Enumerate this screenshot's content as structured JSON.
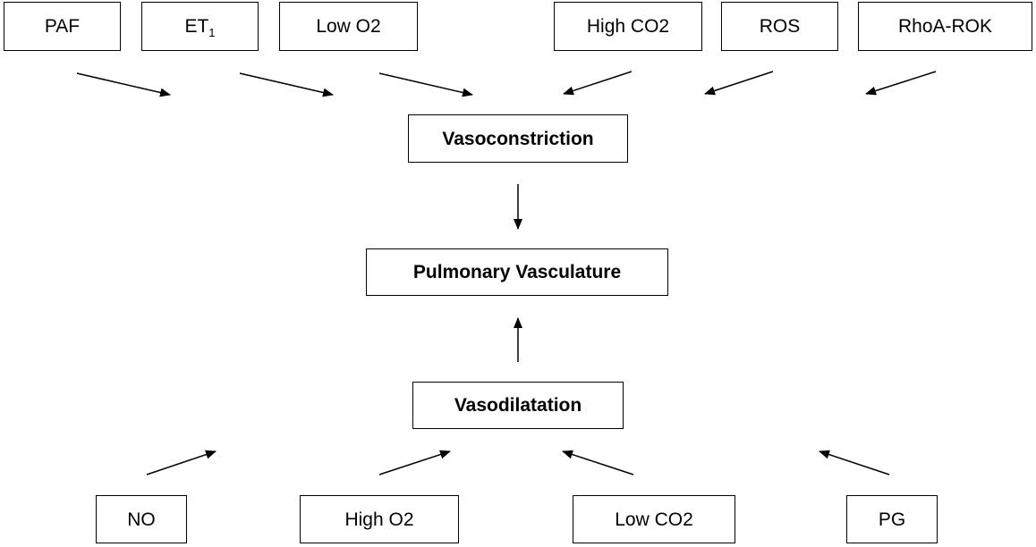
{
  "diagram": {
    "inputs_top": [
      {
        "id": "paf",
        "label": "PAF"
      },
      {
        "id": "et1",
        "label": "ET",
        "subscript": "1"
      },
      {
        "id": "low-o2",
        "label": "Low O2"
      },
      {
        "id": "high-co2",
        "label": "High CO2"
      },
      {
        "id": "ros",
        "label": "ROS"
      },
      {
        "id": "rhoa-rok",
        "label": "RhoA-ROK"
      }
    ],
    "center": {
      "vasoconstriction": "Vasoconstriction",
      "pulmonary_vasculature": "Pulmonary Vasculature",
      "vasodilatation": "Vasodilatation"
    },
    "inputs_bottom": [
      {
        "id": "no",
        "label": "NO"
      },
      {
        "id": "high-o2",
        "label": "High O2"
      },
      {
        "id": "low-co2",
        "label": "Low CO2"
      },
      {
        "id": "pg",
        "label": "PG"
      }
    ]
  }
}
